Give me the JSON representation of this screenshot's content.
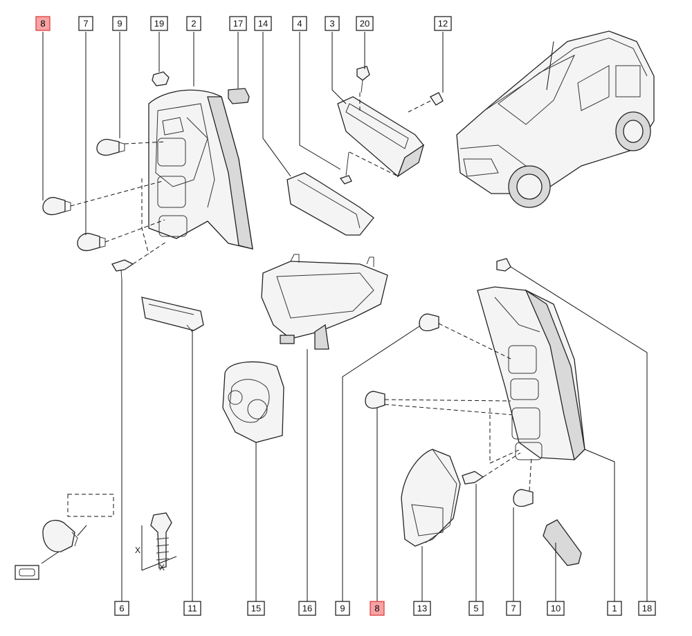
{
  "callouts": [
    {
      "id": "c8a",
      "label": "8",
      "highlight": true
    },
    {
      "id": "c7a",
      "label": "7",
      "highlight": false
    },
    {
      "id": "c9a",
      "label": "9",
      "highlight": false
    },
    {
      "id": "c19",
      "label": "19",
      "highlight": false
    },
    {
      "id": "c2",
      "label": "2",
      "highlight": false
    },
    {
      "id": "c17",
      "label": "17",
      "highlight": false
    },
    {
      "id": "c14",
      "label": "14",
      "highlight": false
    },
    {
      "id": "c4",
      "label": "4",
      "highlight": false
    },
    {
      "id": "c3",
      "label": "3",
      "highlight": false
    },
    {
      "id": "c20",
      "label": "20",
      "highlight": false
    },
    {
      "id": "c12",
      "label": "12",
      "highlight": false
    },
    {
      "id": "c6",
      "label": "6",
      "highlight": false
    },
    {
      "id": "c11",
      "label": "11",
      "highlight": false
    },
    {
      "id": "c15",
      "label": "15",
      "highlight": false
    },
    {
      "id": "c16",
      "label": "16",
      "highlight": false
    },
    {
      "id": "c9b",
      "label": "9",
      "highlight": false
    },
    {
      "id": "c8b",
      "label": "8",
      "highlight": true
    },
    {
      "id": "c13",
      "label": "13",
      "highlight": false
    },
    {
      "id": "c5",
      "label": "5",
      "highlight": false
    },
    {
      "id": "c7b",
      "label": "7",
      "highlight": false
    },
    {
      "id": "c10",
      "label": "10",
      "highlight": false
    },
    {
      "id": "c1",
      "label": "1",
      "highlight": false
    },
    {
      "id": "c18",
      "label": "18",
      "highlight": false
    }
  ],
  "dimension_label": "X",
  "colors": {
    "highlight_fill": "#f7a3a3",
    "highlight_stroke": "#d33333",
    "line": "#111111"
  }
}
